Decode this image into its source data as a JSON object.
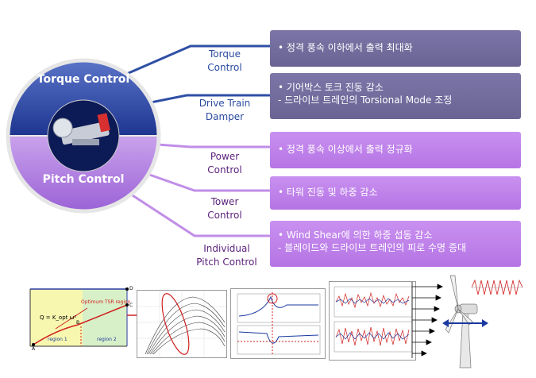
{
  "circle": {
    "top_label": "Torque Control",
    "bottom_label": "Pitch Control"
  },
  "labels": {
    "torque_control": [
      "Torque",
      "Control"
    ],
    "drive_train_damper": [
      "Drive Train",
      "Damper"
    ],
    "power_control": [
      "Power",
      "Control"
    ],
    "tower_control": [
      "Tower",
      "Control"
    ],
    "individual_pitch_control": [
      "Individual",
      "Pitch Control"
    ]
  },
  "boxes": {
    "box1": [
      "• 정격 풍속 이하에서 출력 최대화"
    ],
    "box2": [
      "• 기어박스 토크 진동 감소",
      "- 드라이브 트레인의 Torsional Mode 조정"
    ],
    "box3": [
      "• 정격 풍속 이상에서 출력 정규화"
    ],
    "box4": [
      "• 타워 진동 및 하중 감소"
    ],
    "box5": [
      "• Wind Shear에 의한 하중 섭동 감소",
      "- 블레이드와 드라이브 트레인의 피로 수명 증대"
    ]
  },
  "thumb1": {
    "curve_label": "Optimum TSR region",
    "equation": "Q = K_opt ω²",
    "region1": "region 1",
    "region2": "region 2",
    "points": [
      "A",
      "B",
      "C",
      "D"
    ]
  },
  "colors": {
    "dark_box": "#6a6494",
    "light_box": "#b574e4",
    "torque_blue": "#2a4aa0",
    "pitch_purple": "#9b5fd0"
  }
}
